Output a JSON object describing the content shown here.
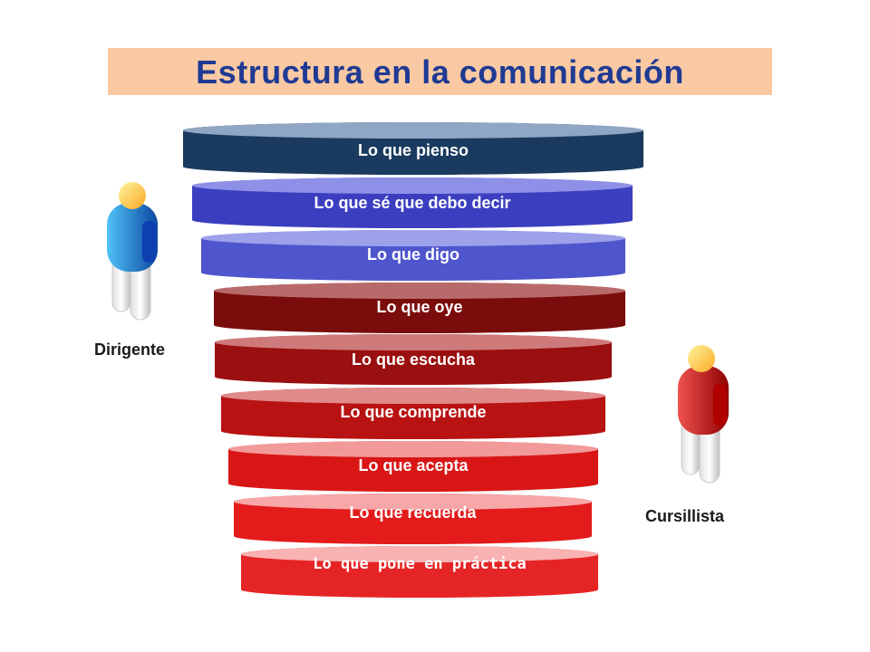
{
  "title": "Estructura en la comunicación",
  "layers": [
    {
      "label": "Lo que pienso",
      "color": "#1a3a5f",
      "rim": "#8fa6c4"
    },
    {
      "label": "Lo que sé que debo decir",
      "color": "#3b3fbf",
      "rim": "#8d90e6"
    },
    {
      "label": "Lo que digo",
      "color": "#4f55cc",
      "rim": "#9da1ea"
    },
    {
      "label": "Lo que oye",
      "color": "#7b0c0c",
      "rim": "#b86a6a"
    },
    {
      "label": "Lo que escucha",
      "color": "#9a0f0f",
      "rim": "#cf7a7a"
    },
    {
      "label": "Lo que comprende",
      "color": "#b81212",
      "rim": "#e08a8a"
    },
    {
      "label": "Lo que acepta",
      "color": "#d91616",
      "rim": "#f29a9a"
    },
    {
      "label": "Lo que recuerda",
      "color": "#e31b1b",
      "rim": "#f7a7a7"
    },
    {
      "label": "Lo que pone en práctica",
      "color": "#e52525",
      "rim": "#f8b2b2"
    }
  ],
  "people": {
    "left": {
      "label": "Dirigente",
      "icon": "person-icon",
      "color": "#1e88e5"
    },
    "right": {
      "label": "Cursillista",
      "icon": "person-icon",
      "color": "#d32f2f"
    }
  }
}
